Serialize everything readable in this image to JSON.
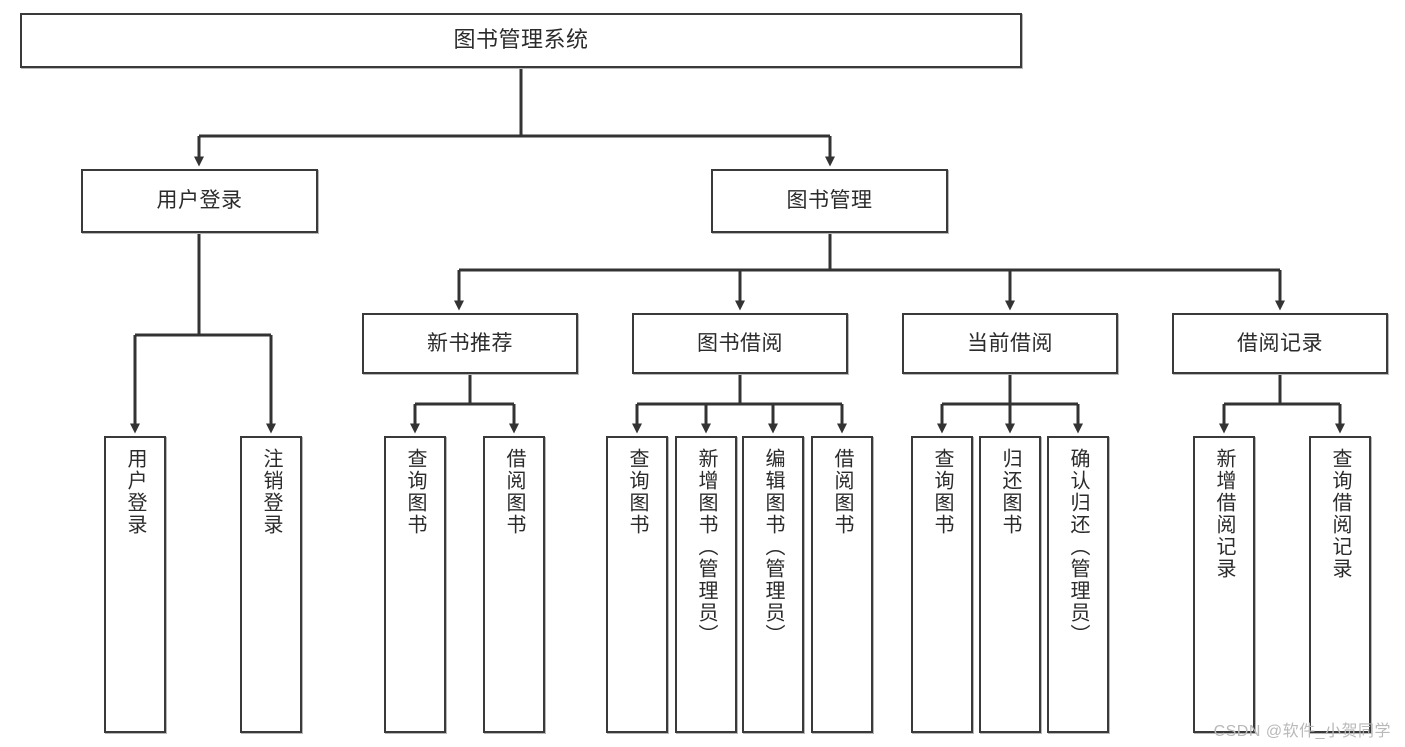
{
  "diagram": {
    "title": "图书管理系统",
    "watermark": "CSDN @软件_小贺同学",
    "colors": {
      "box_border": "#3a3a3a",
      "box_fill": "#ffffff",
      "connector": "#333333",
      "text": "#2b2b2b",
      "watermark": "#b9b9b9"
    },
    "nodes": {
      "root": {
        "label": "图书管理系统"
      },
      "level1": [
        {
          "label": "用户登录"
        },
        {
          "label": "图书管理"
        }
      ],
      "level2": [
        {
          "label": "新书推荐"
        },
        {
          "label": "图书借阅"
        },
        {
          "label": "当前借阅"
        },
        {
          "label": "借阅记录"
        }
      ],
      "leaves": [
        {
          "label": "用户登录",
          "parent": "用户登录"
        },
        {
          "label": "注销登录",
          "parent": "用户登录"
        },
        {
          "label": "查询图书",
          "parent": "新书推荐"
        },
        {
          "label": "借阅图书",
          "parent": "新书推荐"
        },
        {
          "label": "查询图书",
          "parent": "图书借阅"
        },
        {
          "label": "新增图书（管理员）",
          "parent": "图书借阅"
        },
        {
          "label": "编辑图书（管理员）",
          "parent": "图书借阅"
        },
        {
          "label": "借阅图书",
          "parent": "图书借阅"
        },
        {
          "label": "查询图书",
          "parent": "当前借阅"
        },
        {
          "label": "归还图书",
          "parent": "当前借阅"
        },
        {
          "label": "确认归还（管理员）",
          "parent": "当前借阅"
        },
        {
          "label": "新增借阅记录",
          "parent": "借阅记录"
        },
        {
          "label": "查询借阅记录",
          "parent": "借阅记录"
        }
      ]
    }
  }
}
